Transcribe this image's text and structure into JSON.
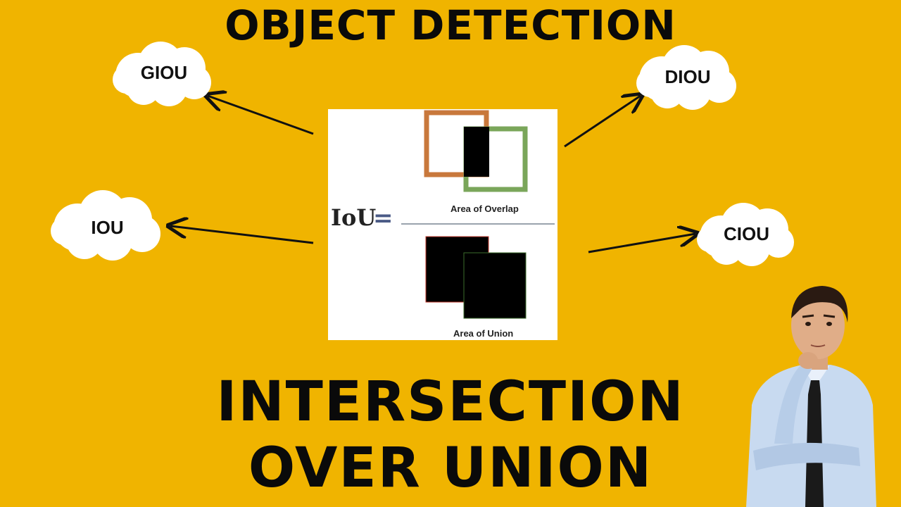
{
  "title": "OBJECT DETECTION",
  "headline": {
    "line1": "INTERSECTION",
    "line2": "OVER UNION"
  },
  "clouds": {
    "giou": "GIOU",
    "diou": "DIOU",
    "iou": "IOU",
    "ciou": "CIOU"
  },
  "formula": {
    "lhs": "IoU",
    "equals": "=",
    "numerator_caption": "Area of Overlap",
    "denominator_caption": "Area of Union"
  },
  "colors": {
    "background": "#f0b400",
    "box_orange": "#c8783c",
    "box_green": "#7aa65a",
    "fill": "#000000"
  }
}
